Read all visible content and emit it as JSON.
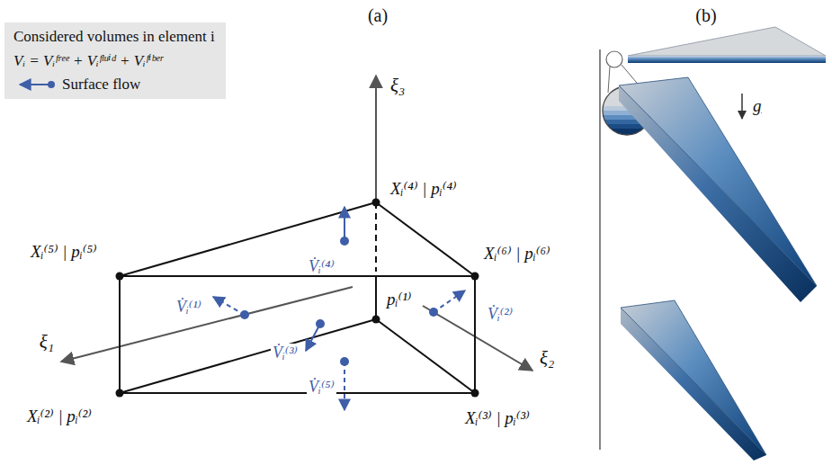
{
  "diagram": {
    "nodes": [
      {
        "text": [
          "Considered volumes in element i",
          "Vᵢ = Vᵢᶠʳᵉᵉ + Vᵢᶠˡᵘⁱᵈ + Vᵢᶠⁱᵇᵉʳ"
        ]
      }
    ],
    "labels": [
      "(a)",
      "(b)",
      "ξ₃",
      "ξ₁",
      "ξ₂",
      "Xᵢ⁽⁴⁾ | pᵢ⁽⁴⁾",
      "Xᵢ⁽⁵⁾ | pᵢ⁽⁵⁾",
      "Xᵢ⁽⁶⁾ | pᵢ⁽⁶⁾",
      "pᵢ⁽¹⁾",
      "Xᵢ⁽²⁾ | pᵢ⁽²⁾",
      "Xᵢ⁽³⁾ | pᵢ⁽³⁾",
      "V̇ᵢ⁽⁴⁾",
      "V̇ᵢ⁽¹⁾",
      "V̇ᵢ⁽²⁾",
      "V̇ᵢ⁽³⁾",
      "V̇ᵢ⁽⁵⁾",
      "g"
    ],
    "legend": [
      {
        "text": "Surface flow"
      }
    ]
  }
}
